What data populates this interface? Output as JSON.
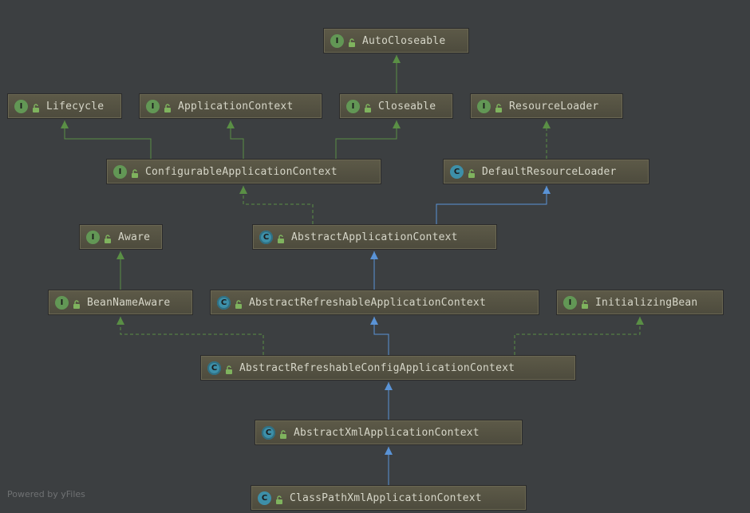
{
  "colors": {
    "background": "#3c3f41",
    "interface_edge": "#5a8f45",
    "extends_edge": "#5a93d6",
    "interface_badge": "#629755",
    "class_badge": "#3d8fa8"
  },
  "nodes": [
    {
      "id": "autocloseable",
      "label": "AutoCloseable",
      "kind": "interface",
      "badge": "I"
    },
    {
      "id": "lifecycle",
      "label": "Lifecycle",
      "kind": "interface",
      "badge": "I"
    },
    {
      "id": "applicationcontext",
      "label": "ApplicationContext",
      "kind": "interface",
      "badge": "I"
    },
    {
      "id": "closeable",
      "label": "Closeable",
      "kind": "interface",
      "badge": "I"
    },
    {
      "id": "resourceloader",
      "label": "ResourceLoader",
      "kind": "interface",
      "badge": "I"
    },
    {
      "id": "configurableapplicationcontext",
      "label": "ConfigurableApplicationContext",
      "kind": "interface",
      "badge": "I"
    },
    {
      "id": "defaultresourceloader",
      "label": "DefaultResourceLoader",
      "kind": "class",
      "badge": "C"
    },
    {
      "id": "aware",
      "label": "Aware",
      "kind": "interface",
      "badge": "I"
    },
    {
      "id": "abstractapplicationcontext",
      "label": "AbstractApplicationContext",
      "kind": "abstract",
      "badge": "C"
    },
    {
      "id": "beannameaware",
      "label": "BeanNameAware",
      "kind": "interface",
      "badge": "I"
    },
    {
      "id": "abstractrefreshableapplicationcontext",
      "label": "AbstractRefreshableApplicationContext",
      "kind": "abstract",
      "badge": "C"
    },
    {
      "id": "initializingbean",
      "label": "InitializingBean",
      "kind": "interface",
      "badge": "I"
    },
    {
      "id": "abstractrefreshableconfigapplicationcontext",
      "label": "AbstractRefreshableConfigApplicationContext",
      "kind": "abstract",
      "badge": "C"
    },
    {
      "id": "abstractxmlapplicationcontext",
      "label": "AbstractXmlApplicationContext",
      "kind": "abstract",
      "badge": "C"
    },
    {
      "id": "classpathxmlapplicationcontext",
      "label": "ClassPathXmlApplicationContext",
      "kind": "class",
      "badge": "C"
    }
  ],
  "edges": [
    {
      "from": "closeable",
      "to": "autocloseable",
      "type": "extends-interface"
    },
    {
      "from": "configurableapplicationcontext",
      "to": "lifecycle",
      "type": "extends-interface"
    },
    {
      "from": "configurableapplicationcontext",
      "to": "applicationcontext",
      "type": "extends-interface"
    },
    {
      "from": "configurableapplicationcontext",
      "to": "closeable",
      "type": "extends-interface"
    },
    {
      "from": "defaultresourceloader",
      "to": "resourceloader",
      "type": "implements"
    },
    {
      "from": "abstractapplicationcontext",
      "to": "configurableapplicationcontext",
      "type": "implements"
    },
    {
      "from": "abstractapplicationcontext",
      "to": "defaultresourceloader",
      "type": "extends-class"
    },
    {
      "from": "beannameaware",
      "to": "aware",
      "type": "extends-interface"
    },
    {
      "from": "abstractrefreshableapplicationcontext",
      "to": "abstractapplicationcontext",
      "type": "extends-class"
    },
    {
      "from": "abstractrefreshableconfigapplicationcontext",
      "to": "abstractrefreshableapplicationcontext",
      "type": "extends-class"
    },
    {
      "from": "abstractrefreshableconfigapplicationcontext",
      "to": "beannameaware",
      "type": "implements"
    },
    {
      "from": "abstractrefreshableconfigapplicationcontext",
      "to": "initializingbean",
      "type": "implements"
    },
    {
      "from": "abstractxmlapplicationcontext",
      "to": "abstractrefreshableconfigapplicationcontext",
      "type": "extends-class"
    },
    {
      "from": "classpathxmlapplicationcontext",
      "to": "abstractxmlapplicationcontext",
      "type": "extends-class"
    }
  ],
  "footer": "Powered by yFiles"
}
